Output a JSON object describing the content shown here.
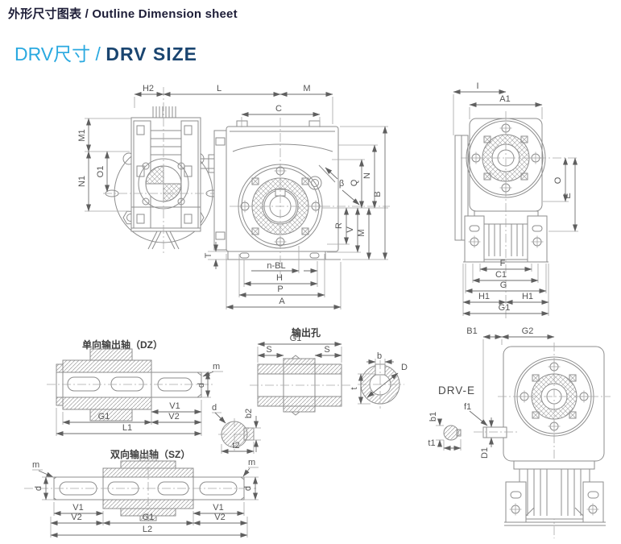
{
  "header": {
    "title_zh": "外形尺寸图表",
    "separator": " / ",
    "title_en": "Outline Dimension sheet"
  },
  "subheader": {
    "zh": "DRV尺寸",
    "sep": " / ",
    "en": "DRV SIZE"
  },
  "colors": {
    "accent_light_blue": "#2aa9e0",
    "accent_dark_blue": "#1a4570",
    "heading_text": "#1e1e38",
    "drawing_line": "#8e8e8e",
    "dim_text": "#555555"
  },
  "views": {
    "side": {
      "dims": {
        "h2": "H2",
        "l": "L",
        "m1": "M1",
        "o1": "O1",
        "n1": "N1"
      }
    },
    "front": {
      "dims": {
        "m": "M",
        "c": "C",
        "beta": "β",
        "n": "N",
        "q": "Q",
        "b": "B",
        "r": "R",
        "v": "V",
        "m2": "M",
        "t": "T",
        "nbl": "n-BL",
        "h": "H",
        "p": "P",
        "a": "A"
      }
    },
    "rightside": {
      "dims": {
        "i": "I",
        "a1": "A1",
        "o": "O",
        "e": "E",
        "f": "F",
        "c1": "C1",
        "g": "G",
        "h1l": "H1",
        "h1r": "H1",
        "g1": "G1"
      }
    },
    "dz": {
      "title": "单向输出轴（DZ）",
      "dims": {
        "m": "m",
        "d": "d",
        "v1": "V1",
        "v2": "V2",
        "g1": "G1",
        "l1": "L1"
      }
    },
    "hole": {
      "title": "输出孔",
      "dims": {
        "g1": "G1",
        "s_left": "S",
        "s_right": "S",
        "b": "b",
        "d_cap": "D",
        "t": "t"
      }
    },
    "keysec": {
      "dims": {
        "d": "d",
        "b2": "b2",
        "t2": "t2"
      }
    },
    "drve": {
      "title": "DRV-E",
      "dims": {
        "b1_cap": "B1",
        "g2": "G2",
        "b1": "b1",
        "f1": "f1",
        "t1": "t1",
        "d1": "D1"
      }
    },
    "sz": {
      "title": "双向输出轴（SZ）",
      "dims": {
        "m_left": "m",
        "m_right": "m",
        "d_left": "d",
        "d_right": "d",
        "v1_left": "V1",
        "v1_right": "V1",
        "v2_left": "V2",
        "v2_right": "V2",
        "g1": "G1",
        "l2": "L2"
      }
    }
  }
}
